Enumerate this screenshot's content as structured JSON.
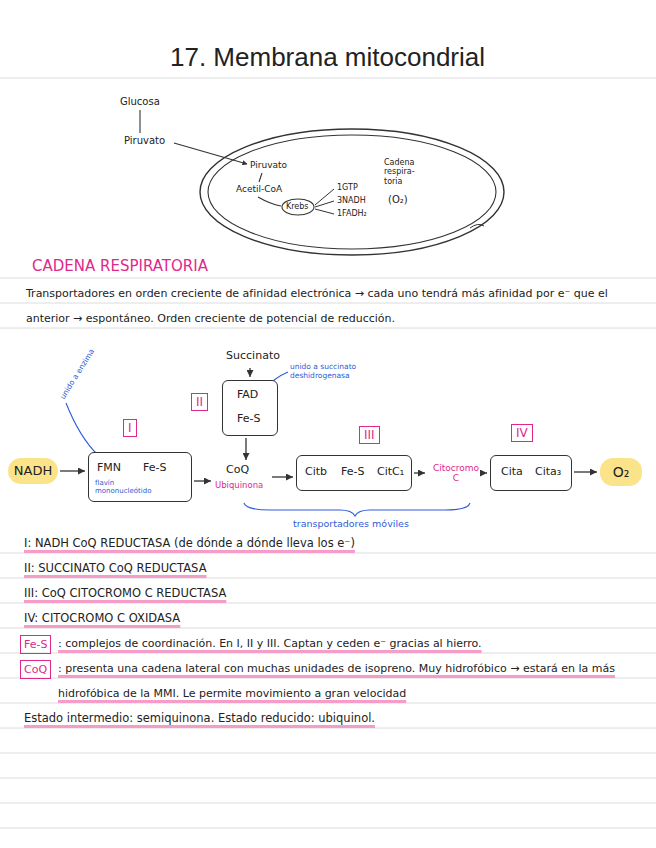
{
  "diagram": {
    "title": "17. Membrana mitocondrial",
    "nodes": [
      {
        "text": [
          "NADH"
        ]
      },
      {
        "text": [
          "I",
          "FMN",
          "Fe-S",
          "flavín mononucleótido"
        ]
      },
      {
        "text": [
          "Succinato"
        ]
      },
      {
        "text": [
          "II",
          "FAD",
          "Fe-S"
        ]
      },
      {
        "text": [
          "CoQ",
          "Ubiquinona"
        ]
      },
      {
        "text": [
          "III",
          "Citb",
          "Fe-S",
          "CitC₁"
        ]
      },
      {
        "text": [
          "Citocromo C"
        ]
      },
      {
        "text": [
          "IV",
          "Cita",
          "Cita₃"
        ]
      },
      {
        "text": [
          "O₂"
        ]
      }
    ],
    "edges": [
      {
        "from": 0,
        "to": 1,
        "arrow": "to"
      },
      {
        "from": 1,
        "to": 4,
        "arrow": "to"
      },
      {
        "from": 2,
        "to": 3,
        "arrow": "to"
      },
      {
        "from": 3,
        "to": 4,
        "arrow": "to"
      },
      {
        "from": 4,
        "to": 5,
        "arrow": "to"
      },
      {
        "from": 5,
        "to": 6,
        "arrow": "to"
      },
      {
        "from": 6,
        "to": 7,
        "arrow": "to"
      },
      {
        "from": 7,
        "to": 8,
        "arrow": "to"
      }
    ],
    "labels": [
      "Glucosa",
      "Piruvato",
      "Piruvato",
      "Acetil-CoA",
      "Krebs",
      "1GTP",
      "3NADH",
      "1FADH₂",
      "Cadena respira- toria",
      "(O₂)",
      "CADENA RESPIRATORIA",
      "Transportadores en orden creciente de afinidad electrónica → cada uno tendrá más afinidad por e⁻ que el anterior → espontáneo. Orden creciente de potencial de reducción.",
      "unido a enzima",
      "unido a succinato deshidrogenasa",
      "transportadores móviles",
      "I: NADH CoQ REDUCTASA (de dónde a dónde lleva los e⁻)",
      "II: SUCCINATO CoQ REDUCTASA",
      "III: CoQ CITOCROMO C REDUCTASA",
      "IV: CITOCROMO C OXIDASA",
      "Fe-S",
      ": complejos de coordinación. En I, II y III. Captan y ceden e⁻ gracias al hierro.",
      "CoQ",
      ": presenta una cadena lateral con muchas unidades de isopreno. Muy hidrofóbico → estará en la más hidrofóbica de la MMI. Le permite movimiento a gran velocidad",
      "Estado intermedio: semiquinona. Estado reducido: ubiquinol."
    ]
  }
}
